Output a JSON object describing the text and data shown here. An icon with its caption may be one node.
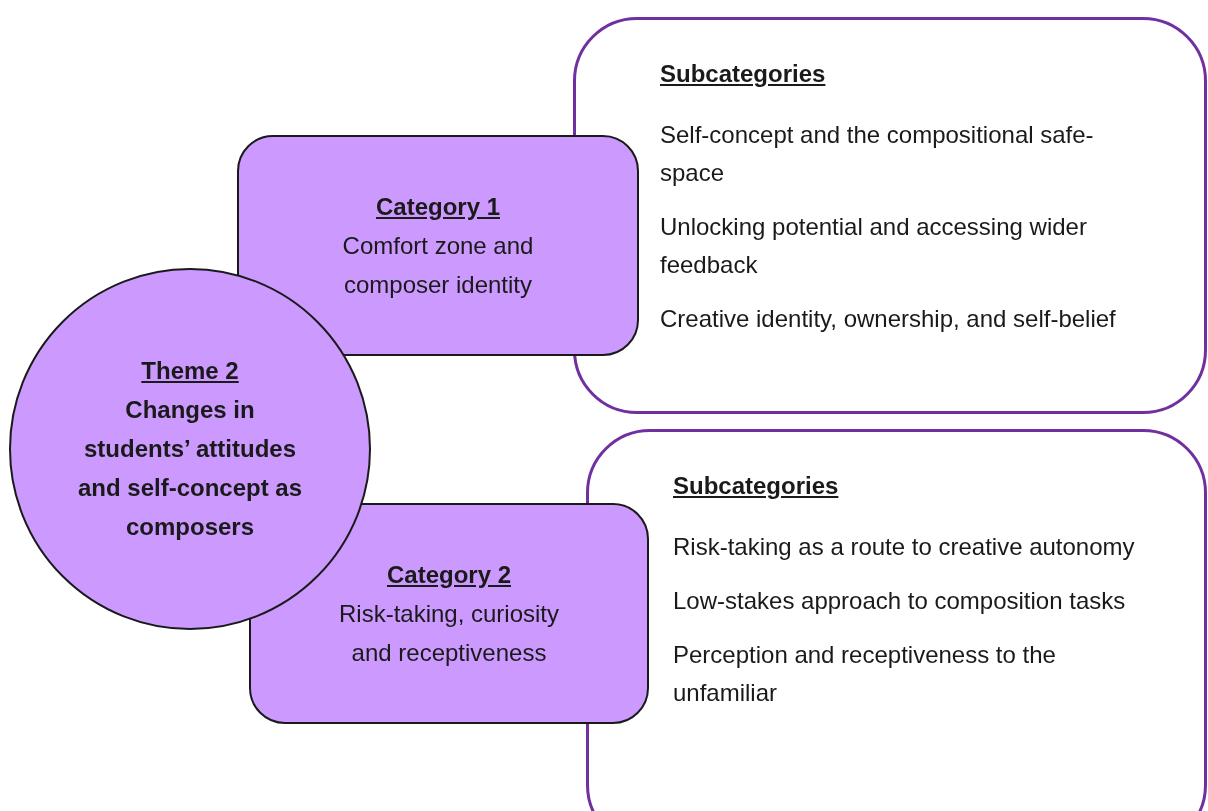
{
  "diagram": {
    "nodes": [
      {
        "text": [
          "Theme 2",
          "Changes in students’ attitudes and self-concept as composers"
        ]
      },
      {
        "text": [
          "Category 1",
          "Comfort zone and composer identity"
        ]
      },
      {
        "text": [
          "Subcategories",
          "Self-concept and the compositional safe-space",
          "Unlocking potential and accessing wider feedback",
          "Creative identity, ownership, and self-belief"
        ]
      },
      {
        "text": [
          "Category 2",
          "Risk-taking, curiosity and receptiveness"
        ]
      },
      {
        "text": [
          "Subcategories",
          "Risk-taking as a route to creative autonomy",
          "Low-stakes approach to composition tasks",
          "Perception and receptiveness to the unfamiliar"
        ]
      }
    ]
  }
}
